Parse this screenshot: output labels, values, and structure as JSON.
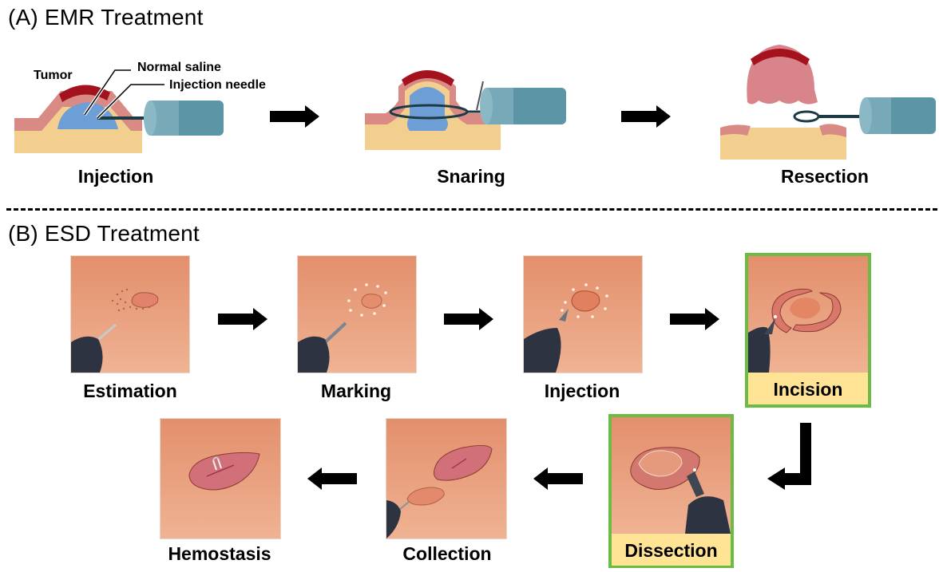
{
  "figure": {
    "emr": {
      "title": "(A) EMR Treatment",
      "callouts": {
        "tumor": "Tumor",
        "saline": "Normal saline",
        "needle": "Injection needle"
      },
      "steps": [
        {
          "label": "Injection"
        },
        {
          "label": "Snaring"
        },
        {
          "label": "Resection"
        }
      ]
    },
    "esd": {
      "title": "(B) ESD Treatment",
      "steps": [
        {
          "label": "Estimation",
          "highlighted": false
        },
        {
          "label": "Marking",
          "highlighted": false
        },
        {
          "label": "Injection",
          "highlighted": false
        },
        {
          "label": "Incision",
          "highlighted": true
        },
        {
          "label": "Dissection",
          "highlighted": true
        },
        {
          "label": "Collection",
          "highlighted": false
        },
        {
          "label": "Hemostasis",
          "highlighted": false
        }
      ]
    },
    "colors": {
      "highlight_border": "#6cbb44",
      "highlight_fill": "#ffe496",
      "tissue_base": "#f2cf8e",
      "mucosa": "#d98a85",
      "tumor": "#a3121d",
      "saline": "#6d9ed6",
      "endoscope": "#5c95a5",
      "mucosa_photo": "#e9a07f"
    }
  }
}
